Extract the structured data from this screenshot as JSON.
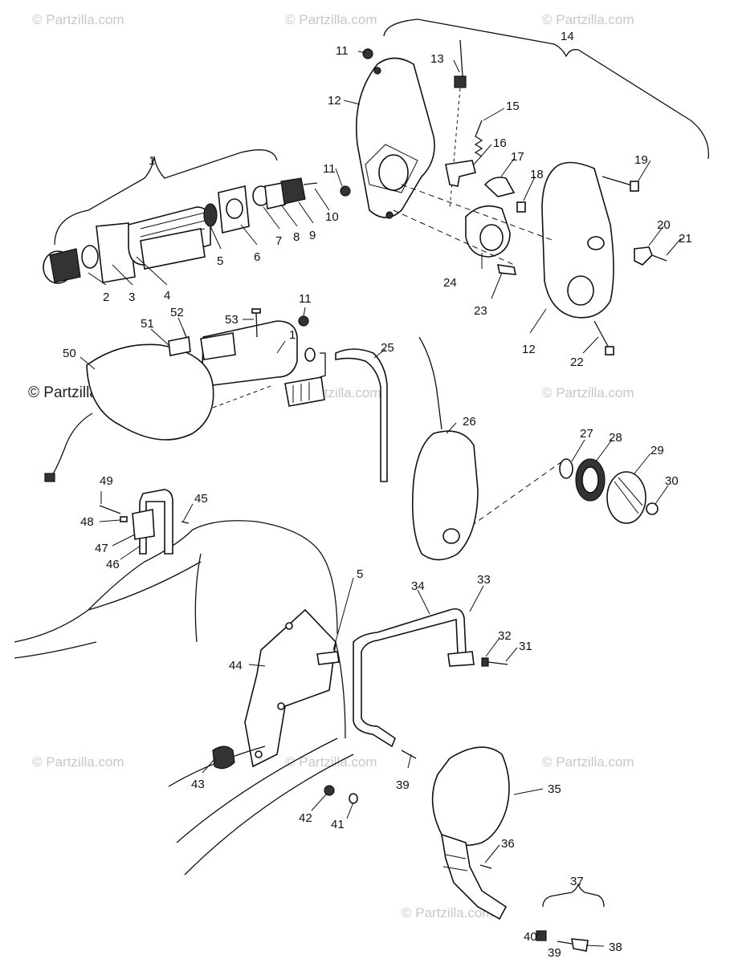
{
  "watermarks": {
    "top_left": "© Partzilla.com",
    "top_center": "© Partzilla.com",
    "top_right": "© Partzilla.com",
    "mid_left": "© Partzilla.com",
    "mid_center": "© Partzilla.com",
    "mid_right": "© Partzilla.com",
    "bottom_left": "© Partzilla.com",
    "bottom_center": "© Partzilla.com",
    "bottom_right": "© Partzilla.com",
    "foot_center": "© Partzilla.com"
  },
  "callouts": {
    "c1_top": "1",
    "c2": "2",
    "c3": "3",
    "c4": "4",
    "c5_top": "5",
    "c6": "6",
    "c7": "7",
    "c8": "8",
    "c9": "9",
    "c10": "10",
    "c11_a": "11",
    "c11_b": "11",
    "c11_c": "11",
    "c12_a": "12",
    "c12_b": "12",
    "c13": "13",
    "c14": "14",
    "c15": "15",
    "c16": "16",
    "c17": "17",
    "c18": "18",
    "c19": "19",
    "c20": "20",
    "c21": "21",
    "c22": "22",
    "c23": "23",
    "c24": "24",
    "c25": "25",
    "c26": "26",
    "c27": "27",
    "c28": "28",
    "c29": "29",
    "c30": "30",
    "c31": "31",
    "c32": "32",
    "c33": "33",
    "c34": "34",
    "c35": "35",
    "c36": "36",
    "c37": "37",
    "c38": "38",
    "c39_a": "39",
    "c39_b": "39",
    "c40": "40",
    "c41": "41",
    "c42": "42",
    "c43": "43",
    "c44": "44",
    "c45": "45",
    "c46": "46",
    "c47": "47",
    "c48": "48",
    "c49": "49",
    "c50": "50",
    "c51": "51",
    "c52": "52",
    "c53": "53",
    "c1_mid": "1",
    "c5_mid": "5"
  }
}
